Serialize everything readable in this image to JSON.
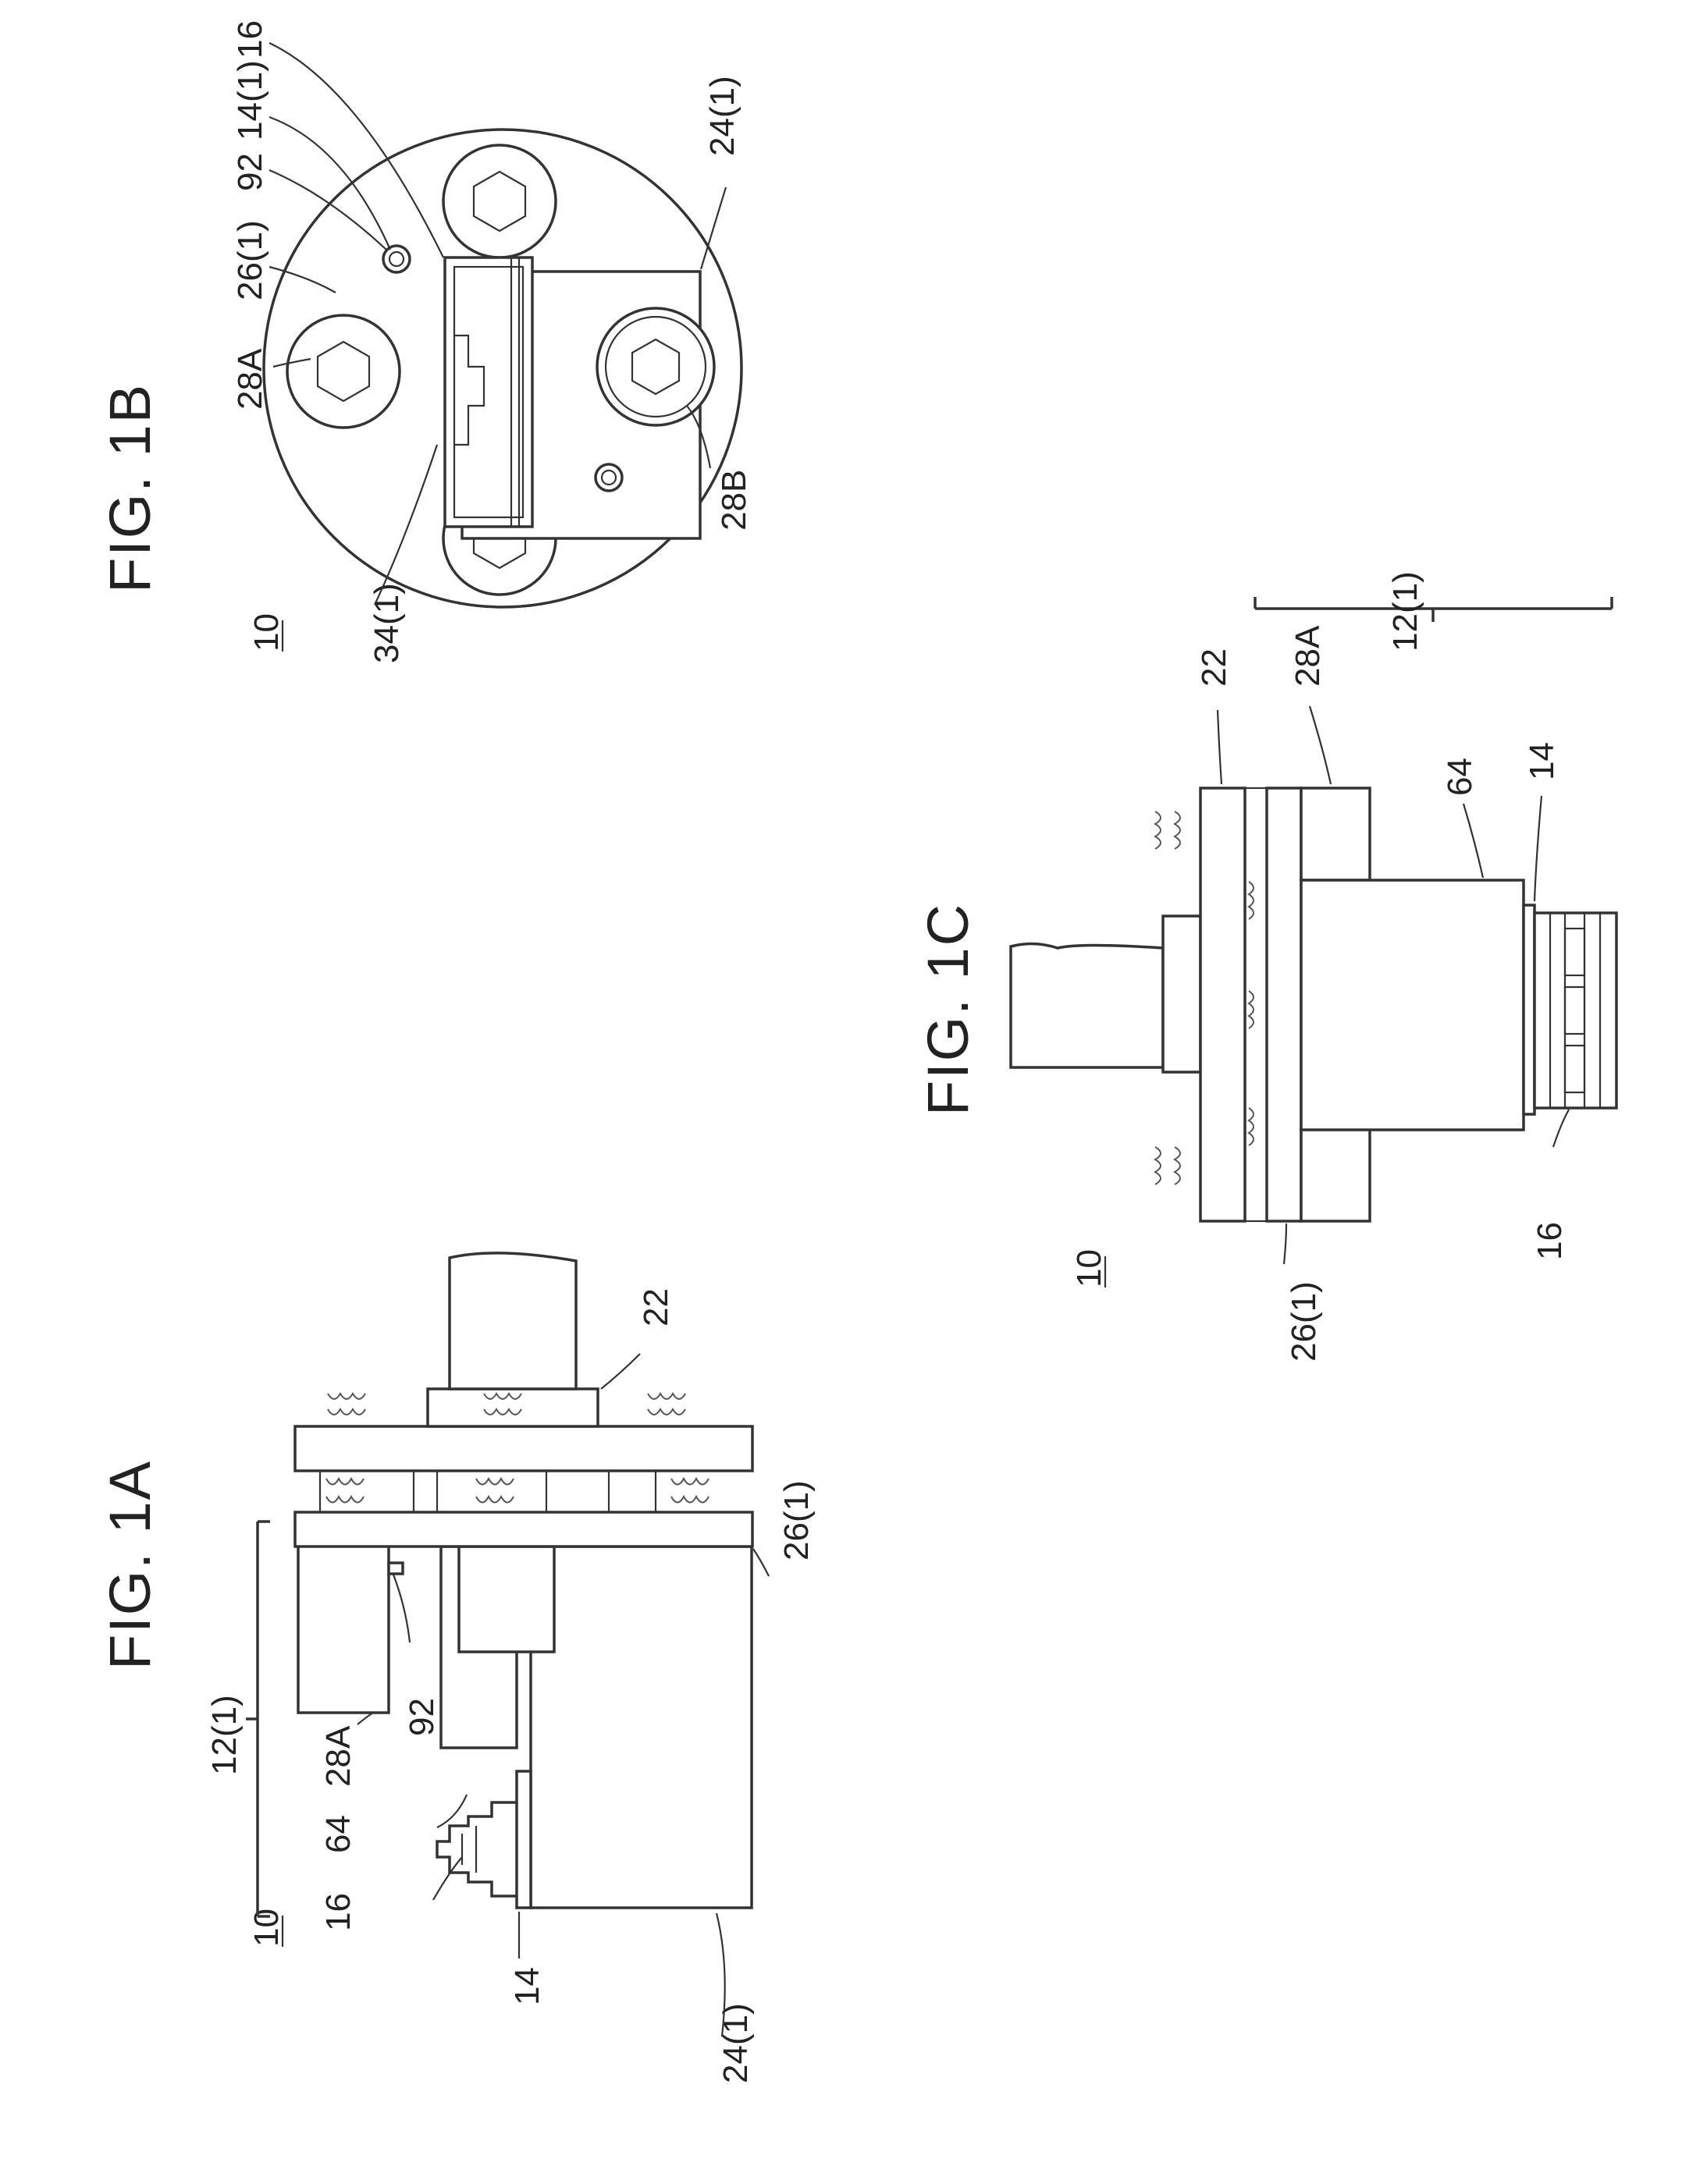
{
  "figures": {
    "fig1a": {
      "title": "FIG. 1A",
      "ref_assembly": "10",
      "labels": [
        "12(1)",
        "16",
        "64",
        "28A",
        "92",
        "14",
        "24(1)",
        "26(1)",
        "22"
      ]
    },
    "fig1b": {
      "title": "FIG. 1B",
      "ref_assembly": "10",
      "labels": [
        "28A",
        "26(1)",
        "92",
        "14(1)",
        "16",
        "24(1)",
        "34(1)",
        "28B"
      ]
    },
    "fig1c": {
      "title": "FIG. 1C",
      "ref_assembly": "10",
      "labels": [
        "22",
        "28A",
        "64",
        "14",
        "16",
        "26(1)",
        "12(1)"
      ]
    }
  }
}
